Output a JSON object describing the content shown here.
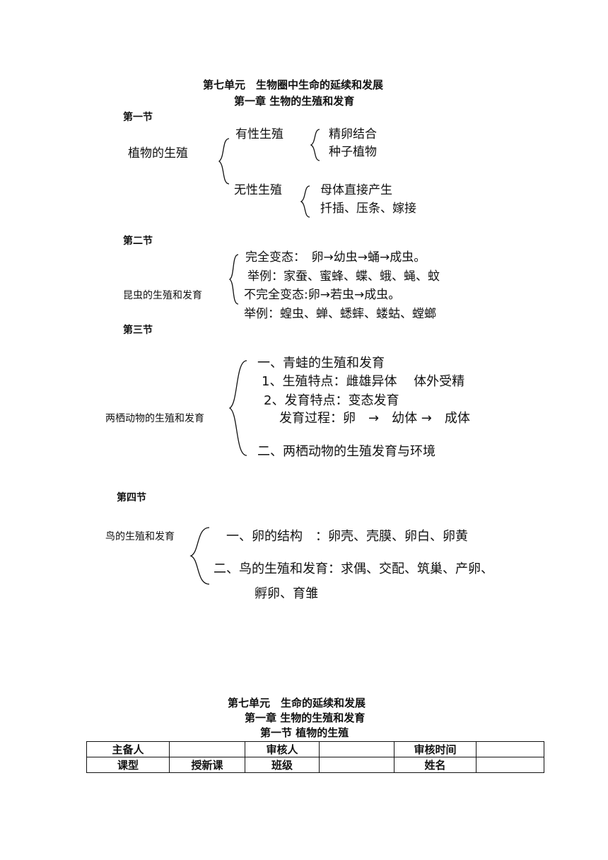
{
  "part1": {
    "unit_title": "第七单元　生物圈中生命的延续和发展",
    "chapter_title": "第一章 生物的生殖和发育",
    "section1": {
      "heading": "第一节",
      "topic": "植物的生殖",
      "sexual": "有性生殖",
      "sexual_items": [
        "精卵结合",
        "种子植物"
      ],
      "asexual": "无性生殖",
      "asexual_items": [
        "母体直接产生",
        "扦插、压条、嫁接"
      ]
    },
    "section2": {
      "heading": "第二节",
      "topic": "昆虫的生殖和发育",
      "lines": [
        "完全变态：　卵→幼虫→蛹→成虫。",
        "举例：家蚕、蜜蜂、蝶、蛾、蝇、蚊",
        "不完全变态:卵→若虫→成虫。",
        "举例：蝗虫、蝉、蟋蟀、蝼蛄、螳螂"
      ]
    },
    "section3": {
      "heading": "第三节",
      "topic": "两栖动物的生殖和发育",
      "line1": "一、青蛙的生殖和发育",
      "line2": "1、生殖特点：雌雄异体　 体外受精",
      "line3": "2、发育特点：变态发育",
      "line4": "发育过程：卵　→　幼体 →　成体",
      "line5": "二、两栖动物的生殖发育与环境"
    },
    "section4": {
      "heading": "第四节",
      "topic": "鸟的生殖和发育",
      "line1": "一、卵的结构　：卵壳、壳膜、卵白、卵黄",
      "line2": "二、鸟的生殖和发育：求偶、交配、筑巢、产卵、",
      "line3": "孵卵、育雏"
    }
  },
  "part2": {
    "unit_title": "第七单元　生命的延续和发展",
    "chapter_title": "第一章 生物的生殖和发育",
    "section_title": "第一节 植物的生殖",
    "table": {
      "rows": [
        [
          "主备人",
          "",
          "审核人",
          "",
          "审核时间",
          ""
        ],
        [
          "课型",
          "授新课",
          "班级",
          "",
          "姓名",
          ""
        ]
      ]
    }
  }
}
